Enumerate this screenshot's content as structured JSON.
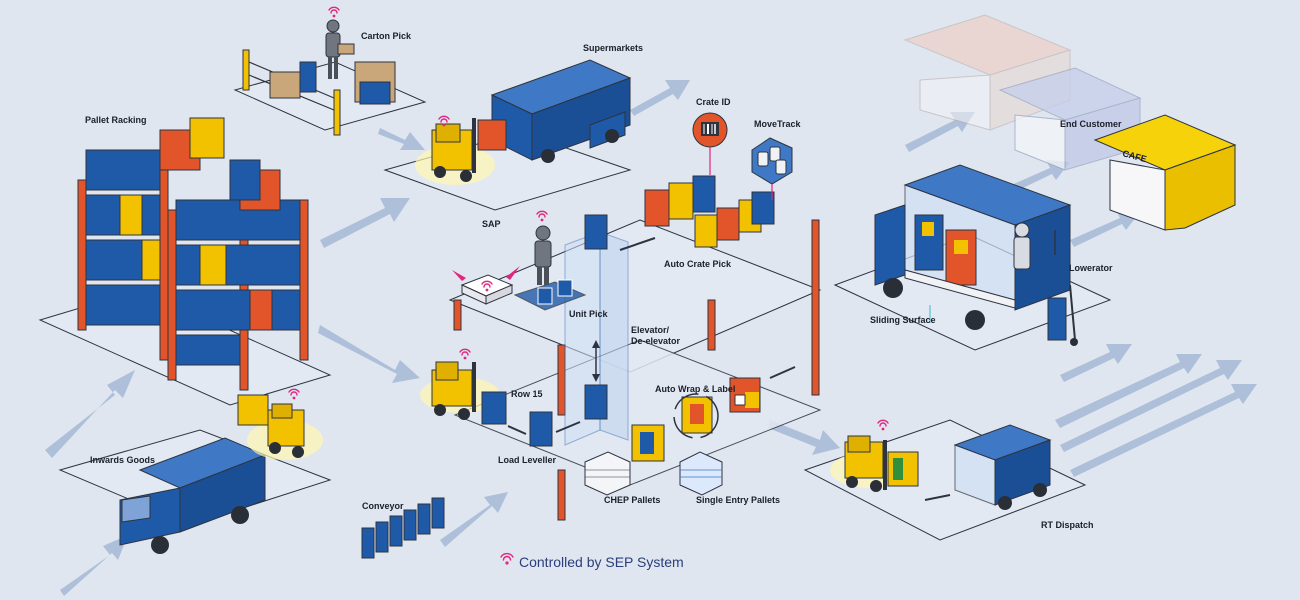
{
  "labels": {
    "carton_pick": "Carton Pick",
    "supermarkets": "Supermarkets",
    "pallet_racking": "Pallet Racking",
    "crate_id": "Crate ID",
    "movetrack": "MoveTrack",
    "sap": "SAP",
    "auto_crate_pick": "Auto Crate Pick",
    "unit_pick": "Unit Pick",
    "elevator_line1": "Elevator/",
    "elevator_line2": "De-elevator",
    "row_15": "Row 15",
    "auto_wrap_label": "Auto Wrap & Label",
    "load_leveller": "Load Leveller",
    "chep_pallets": "CHEP Pallets",
    "single_entry_pallets": "Single Entry Pallets",
    "inwards_goods": "Inwards Goods",
    "conveyor": "Conveyor",
    "end_customer": "End Customer",
    "lowerator": "Lowerator",
    "sliding_surface": "Sliding Surface",
    "rt_dispatch": "RT Dispatch",
    "cafe_sign": "CAFE"
  },
  "legend": {
    "text": "Controlled by SEP System",
    "icon": "wifi-icon"
  },
  "colors": {
    "background": "#dfe6f0",
    "truck_blue": "#1f5aa8",
    "forklift_yellow": "#f2c200",
    "rack_orange": "#e2542a",
    "wifi_magenta": "#e0267f",
    "arrow_blue": "#a9bad6",
    "cafe_yellow": "#f6d20a"
  }
}
